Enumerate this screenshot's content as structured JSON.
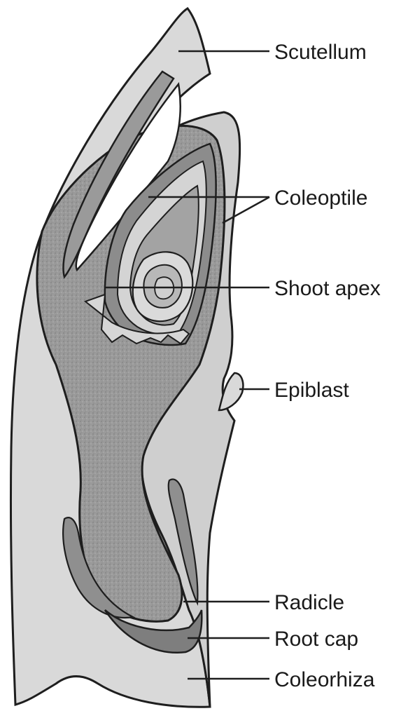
{
  "labels": {
    "scutellum": "Scutellum",
    "coleoptile": "Coleoptile",
    "shoot_apex": "Shoot apex",
    "epiblast": "Epiblast",
    "radicle": "Radicle",
    "root_cap": "Root cap",
    "coleorhiza": "Coleorhiza"
  },
  "colors": {
    "outline": "#1e1e1e",
    "light_tissue": "#d9d9d9",
    "mid_tissue": "#a9a9a9",
    "dark_tissue": "#8c8c8c",
    "leader_line": "#1e1e1e"
  }
}
